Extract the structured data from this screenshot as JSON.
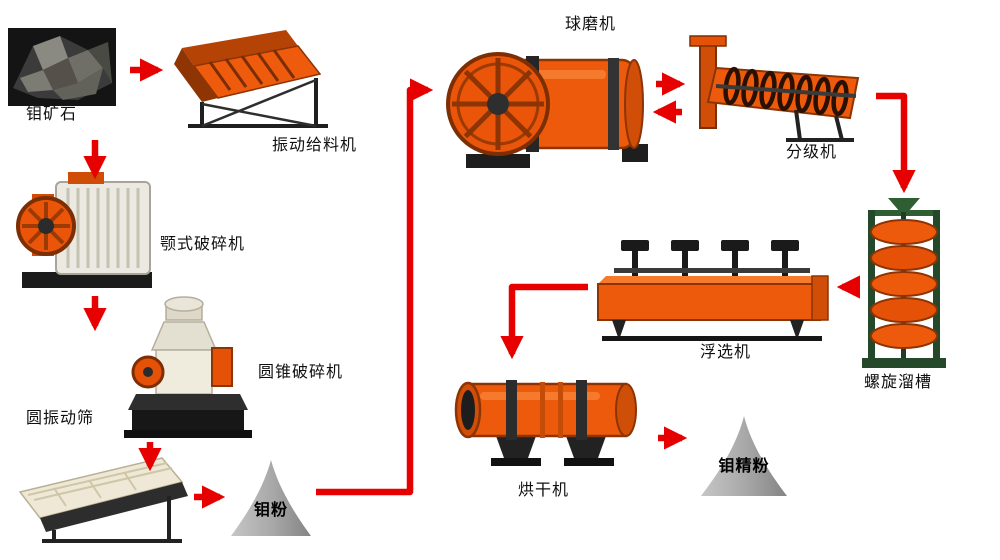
{
  "diagram": {
    "type": "process-flow",
    "subject": "molybdenum ore beneficiation line",
    "labels": {
      "ore": "钼矿石",
      "vibrating_feeder": "振动给料机",
      "jaw_crusher": "颚式破碎机",
      "cone_crusher": "圆锥破碎机",
      "circular_vibrating_screen": "圆振动筛",
      "moly_powder": "钼粉",
      "ball_mill": "球磨机",
      "classifier": "分级机",
      "spiral_chute": "螺旋溜槽",
      "flotation_machine": "浮选机",
      "dryer": "烘干机",
      "moly_concentrate": "钼精粉"
    },
    "edges": [
      {
        "from": "ore",
        "to": "vibrating_feeder"
      },
      {
        "from": "vibrating_feeder",
        "to": "jaw_crusher"
      },
      {
        "from": "jaw_crusher",
        "to": "cone_crusher"
      },
      {
        "from": "cone_crusher",
        "to": "circular_vibrating_screen"
      },
      {
        "from": "circular_vibrating_screen",
        "to": "moly_powder"
      },
      {
        "from": "moly_powder",
        "to": "ball_mill"
      },
      {
        "from": "ball_mill",
        "to": "classifier",
        "bidirectional": true
      },
      {
        "from": "classifier",
        "to": "spiral_chute"
      },
      {
        "from": "spiral_chute",
        "to": "flotation_machine"
      },
      {
        "from": "flotation_machine",
        "to": "dryer"
      },
      {
        "from": "dryer",
        "to": "moly_concentrate"
      }
    ],
    "colors": {
      "arrow_red": "#e60000",
      "machine_orange": "#ee5a0c",
      "machine_orange_dark": "#cf4d07",
      "chute_green": "#2f5e33",
      "pile_gray": "#a9a9a9",
      "body_cream": "#efebdd",
      "steel_dark": "#1e1e1e",
      "label_text": "#101010",
      "background": "#ffffff"
    }
  }
}
